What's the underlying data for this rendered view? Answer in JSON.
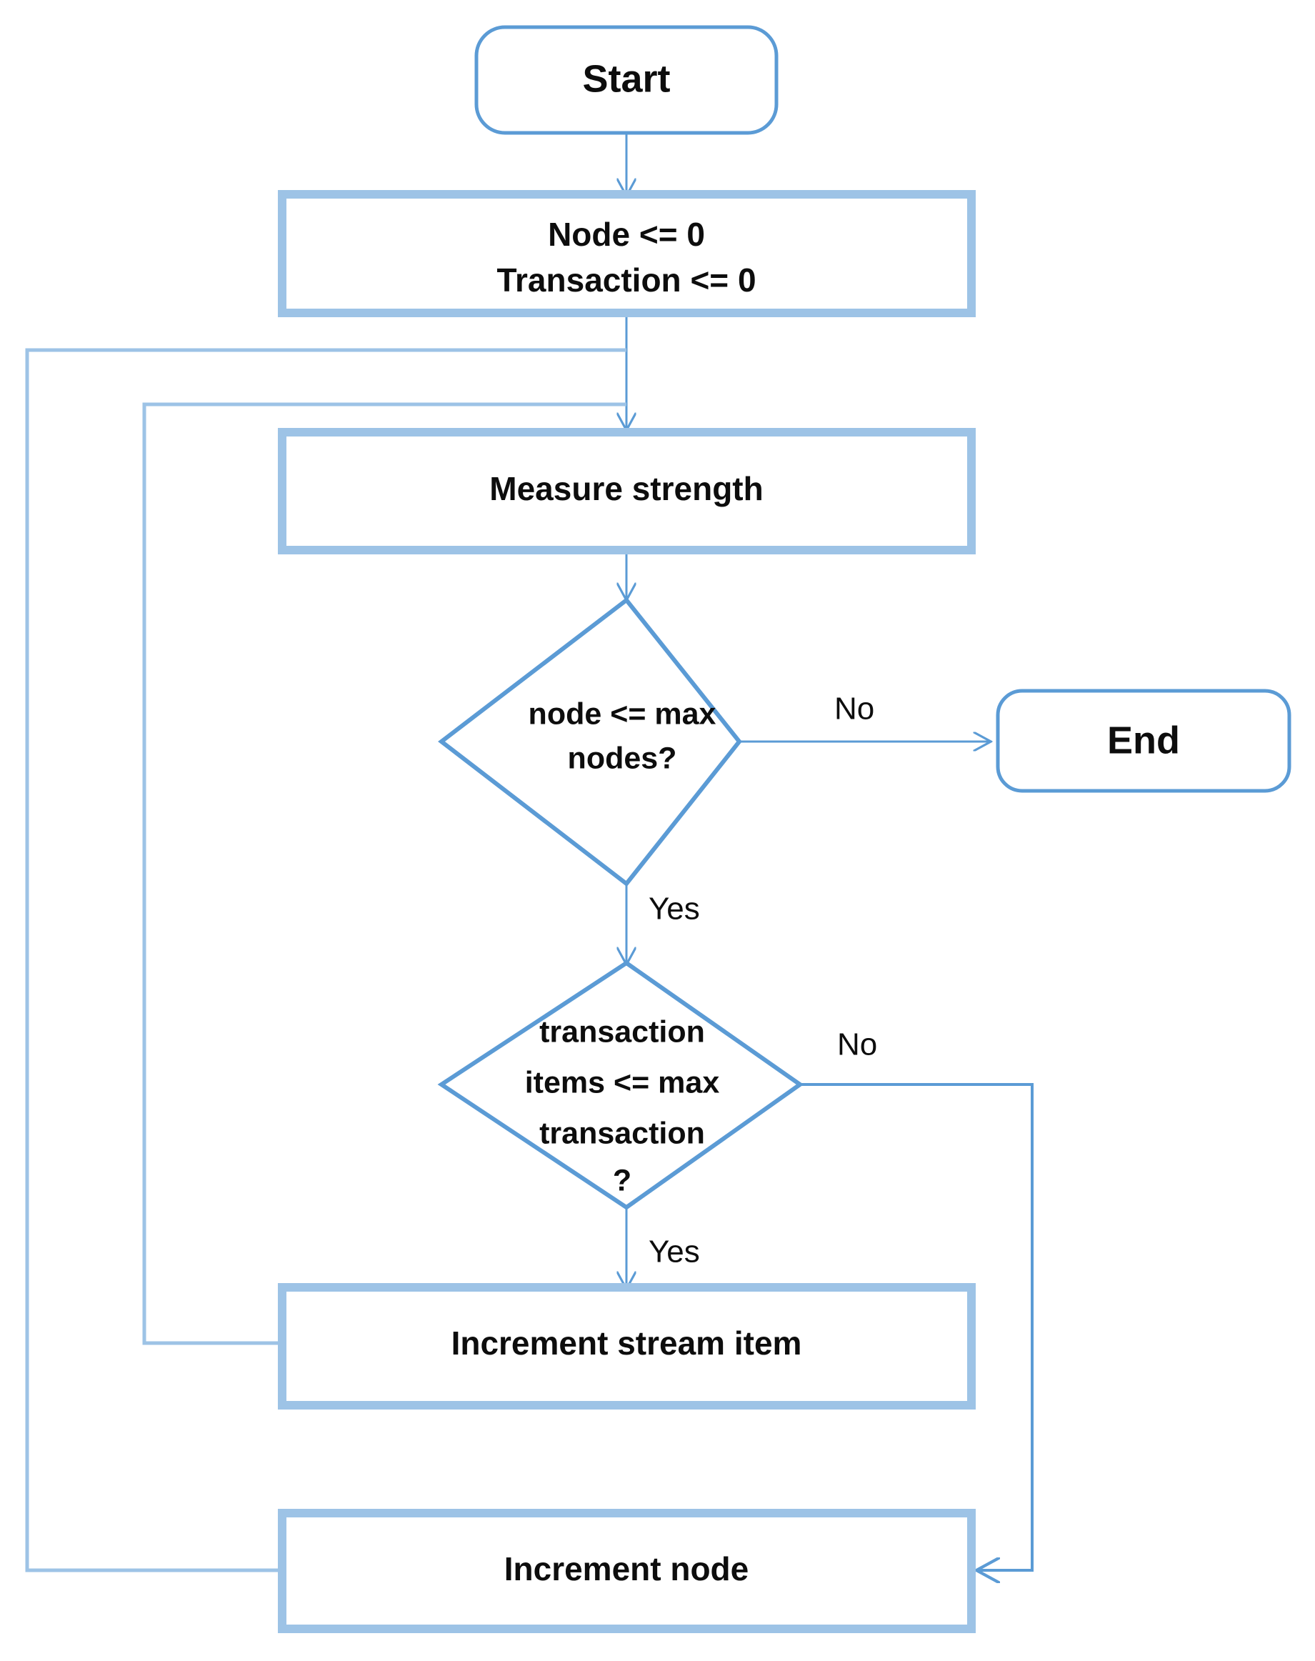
{
  "diagram": {
    "type": "flowchart",
    "title": "",
    "palette": {
      "process_border": "#9DC3E6",
      "terminal_border": "#5B9BD5",
      "decision_border": "#5B9BD5",
      "connector_thick": "#9DC3E6",
      "connector_thin": "#5B9BD5",
      "node_fill": "#FFFFFF",
      "text": "#0D0D0D",
      "background": "#FFFFFF"
    },
    "nodes": {
      "start": {
        "id": "start",
        "shape": "rounded-rectangle",
        "label": "Start"
      },
      "init": {
        "id": "init",
        "shape": "rectangle",
        "label_line1": "Node <= 0",
        "label_line2": "Transaction <= 0"
      },
      "measure": {
        "id": "measure",
        "shape": "rectangle",
        "label": "Measure strength"
      },
      "decision_node": {
        "id": "decision_node",
        "shape": "diamond",
        "label_line1": "node <= max",
        "label_line2": "nodes?"
      },
      "decision_transaction": {
        "id": "decision_transaction",
        "shape": "diamond",
        "label_line1": "transaction",
        "label_line2": "items <= max",
        "label_line3": "transaction",
        "label_line4": "?"
      },
      "increment_stream": {
        "id": "increment_stream",
        "shape": "rectangle",
        "label": "Increment stream item"
      },
      "increment_node": {
        "id": "increment_node",
        "shape": "rectangle",
        "label": "Increment node"
      },
      "end": {
        "id": "end",
        "shape": "rounded-rectangle",
        "label": "End"
      }
    },
    "edges": [
      {
        "id": "e1",
        "from": "start",
        "to": "init",
        "label": ""
      },
      {
        "id": "e2",
        "from": "init",
        "to": "measure",
        "label": ""
      },
      {
        "id": "e3",
        "from": "measure",
        "to": "decision_node",
        "label": ""
      },
      {
        "id": "e4",
        "from": "decision_node",
        "to": "end",
        "label": "No"
      },
      {
        "id": "e5",
        "from": "decision_node",
        "to": "decision_transaction",
        "label": "Yes"
      },
      {
        "id": "e6",
        "from": "decision_transaction",
        "to": "increment_node",
        "label": "No"
      },
      {
        "id": "e7",
        "from": "decision_transaction",
        "to": "increment_stream",
        "label": "Yes"
      },
      {
        "id": "e8",
        "from": "increment_stream",
        "to": "measure",
        "label": ""
      },
      {
        "id": "e9",
        "from": "increment_node",
        "to": "measure",
        "label": ""
      }
    ],
    "edge_labels": {
      "decision_node_no": "No",
      "decision_node_yes": "Yes",
      "decision_transaction_no": "No",
      "decision_transaction_yes": "Yes"
    }
  }
}
